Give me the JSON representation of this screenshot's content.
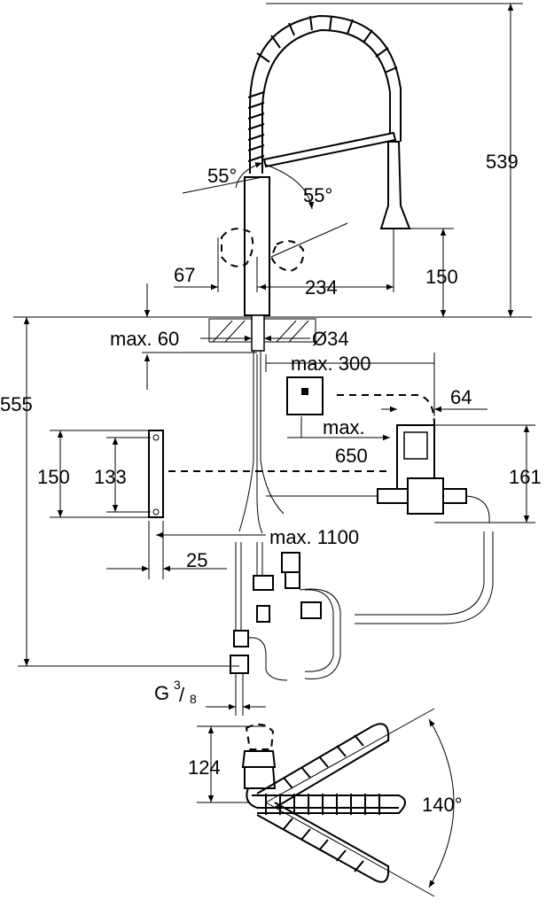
{
  "dimensions": {
    "height_total": "539",
    "angle_left": "55°",
    "angle_right": "55°",
    "offset_67": "67",
    "reach_234": "234",
    "spray_height_150": "150",
    "max_thickness": "max. 60",
    "hole_diameter": "Ø34",
    "max_300": "max. 300",
    "dim_64": "64",
    "max_650_line1": "max.",
    "max_650_line2": "650",
    "below_555": "555",
    "bracket_150": "150",
    "bracket_133": "133",
    "box_161": "161",
    "hose_max_1100": "max. 1100",
    "dim_25": "25",
    "thread_G": "G",
    "thread_num": "3",
    "thread_den": "8",
    "swing_124": "124",
    "swing_angle": "140°"
  }
}
